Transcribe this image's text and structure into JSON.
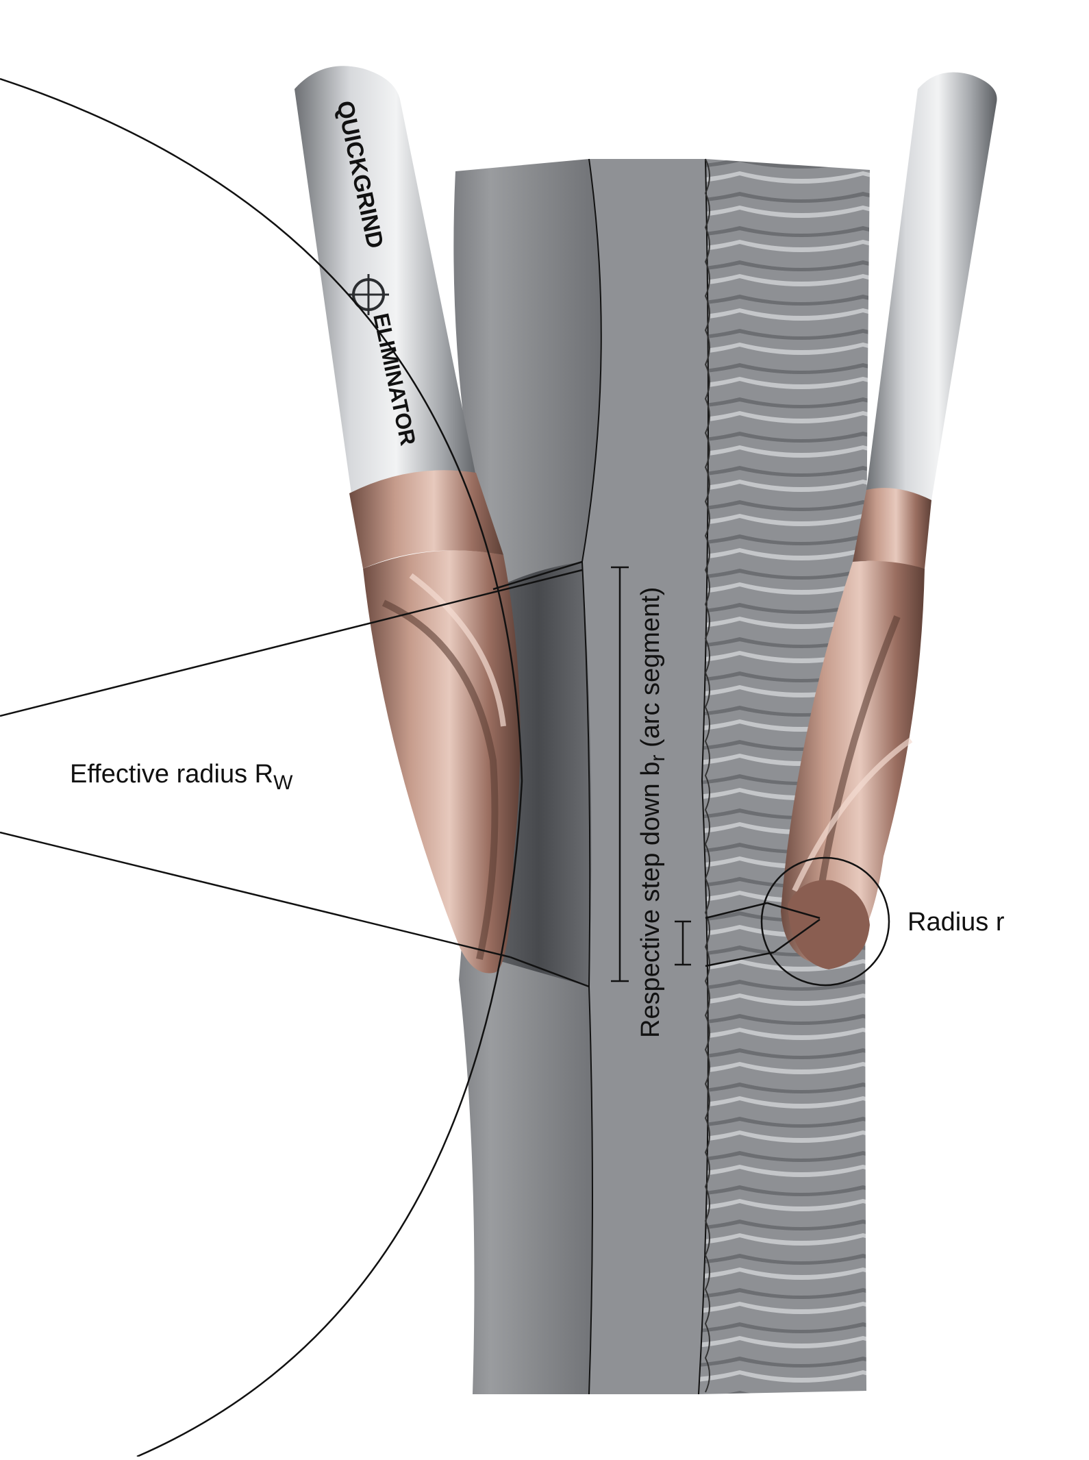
{
  "labels": {
    "effective_radius": "Effective radius R",
    "effective_radius_sub": "W",
    "step_down_pre": "Respective step down b",
    "step_down_sub": "r",
    "step_down_post": " (arc segment)",
    "radius": "Radius r"
  },
  "tool_brand": {
    "logo_text": "QUICKGRIND",
    "product_text": "ELIMINATOR"
  },
  "colors": {
    "line": "#111111",
    "workpiece": "#8a8c8f",
    "shank": "#b9bcc0",
    "coating": "#b98a78"
  }
}
